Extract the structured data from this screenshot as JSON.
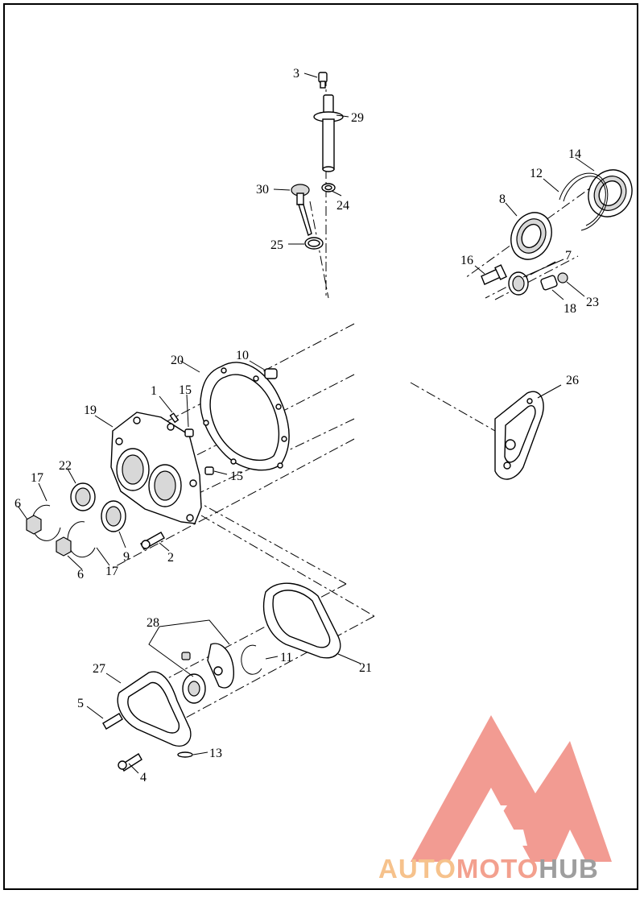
{
  "callouts": {
    "c1": "1",
    "c2": "2",
    "c3": "3",
    "c4": "4",
    "c5": "5",
    "c6a": "6",
    "c6b": "6",
    "c7": "7",
    "c8": "8",
    "c9": "9",
    "c10": "10",
    "c11": "11",
    "c12": "12",
    "c13": "13",
    "c14": "14",
    "c15a": "15",
    "c15b": "15",
    "c16": "16",
    "c17a": "17",
    "c17b": "17",
    "c18": "18",
    "c19": "19",
    "c20": "20",
    "c21": "21",
    "c22": "22",
    "c23": "23",
    "c24": "24",
    "c25": "25",
    "c26": "26",
    "c27": "27",
    "c28": "28",
    "c29": "29",
    "c30": "30"
  },
  "watermark": {
    "part1": "AUTO",
    "part2": "MOTO",
    "part3": "HUB",
    "colors": {
      "triangle": "#f08a80",
      "auto": "#f6c28c",
      "moto": "#f3a08e",
      "hub": "#9e9e9e"
    }
  }
}
